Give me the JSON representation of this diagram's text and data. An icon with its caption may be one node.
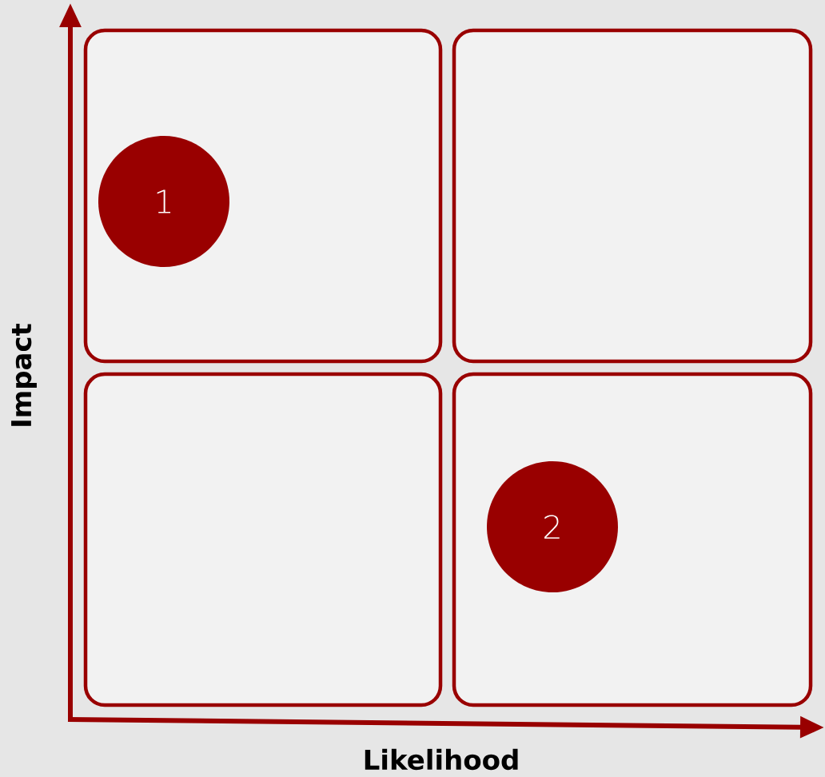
{
  "diagram": {
    "nodes": [
      {
        "text": [],
        "shape": "box"
      },
      {
        "text": [],
        "shape": "box"
      },
      {
        "text": [],
        "shape": "box"
      },
      {
        "text": [],
        "shape": "box"
      },
      {
        "text": [
          "1"
        ],
        "in": 0
      },
      {
        "text": [
          "2"
        ],
        "in": 3
      }
    ],
    "labels": [
      "Impact",
      "Likelihood"
    ]
  }
}
